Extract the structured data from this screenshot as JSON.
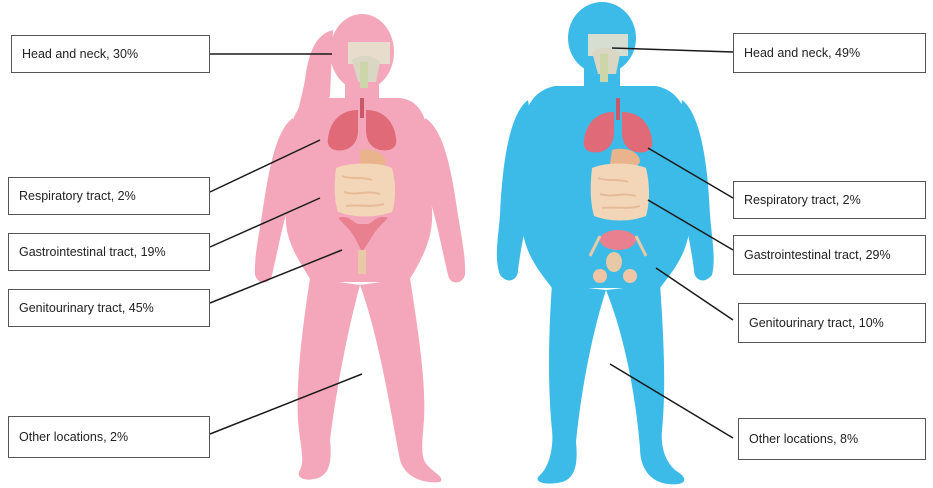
{
  "female": {
    "labels": [
      {
        "text": "Head and neck, 30%"
      },
      {
        "text": "Respiratory tract, 2%"
      },
      {
        "text": "Gastrointestinal tract, 19%"
      },
      {
        "text": "Genitourinary tract, 45%"
      },
      {
        "text": "Other locations, 2%"
      }
    ]
  },
  "male": {
    "labels": [
      {
        "text": "Head and neck, 49%"
      },
      {
        "text": "Respiratory tract, 2%"
      },
      {
        "text": "Gastrointestinal tract, 29%"
      },
      {
        "text": "Genitourinary tract, 10%"
      },
      {
        "text": "Other locations, 8%"
      }
    ]
  },
  "colors": {
    "female_body": "#f4a7bb",
    "male_body": "#3dbbe8",
    "lung": "#e06a78",
    "intestine": "#f3d6b8",
    "stomach": "#e9b48c",
    "throat": "#e7e2cf",
    "line": "#1a1a1a"
  }
}
